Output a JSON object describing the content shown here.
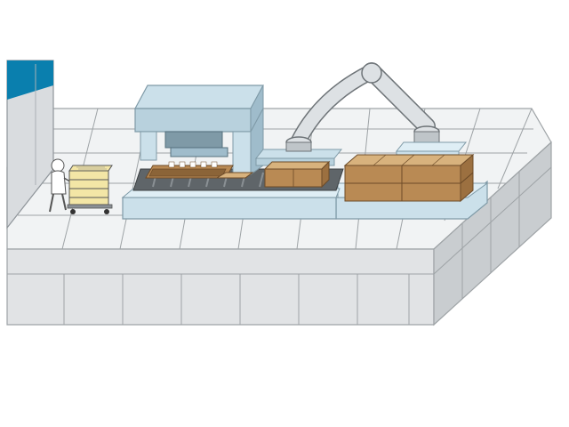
{
  "scene": {
    "kind": "isometric factory floor illustration",
    "elements": [
      "wall",
      "floor-platform",
      "worker-with-cart",
      "case-erector-machine",
      "conveyor",
      "robot-arm",
      "palletized-boxes"
    ]
  },
  "colors": {
    "floor_top": "#f1f3f4",
    "floor_grid": "#9ea3a6",
    "floor_front": "#e1e3e5",
    "floor_side": "#c9cdd0",
    "machine": "#cbe0ea",
    "machine_dark": "#7f9aa7",
    "box": "#b98a54",
    "box_light": "#d8b27d",
    "box_edge": "#6d4b28",
    "conveyor": "#5f6569",
    "robot": "#dde1e4",
    "robot_edge": "#6e7478",
    "wall_accent": "#0a7fae",
    "cart": "#f3e6a6"
  }
}
